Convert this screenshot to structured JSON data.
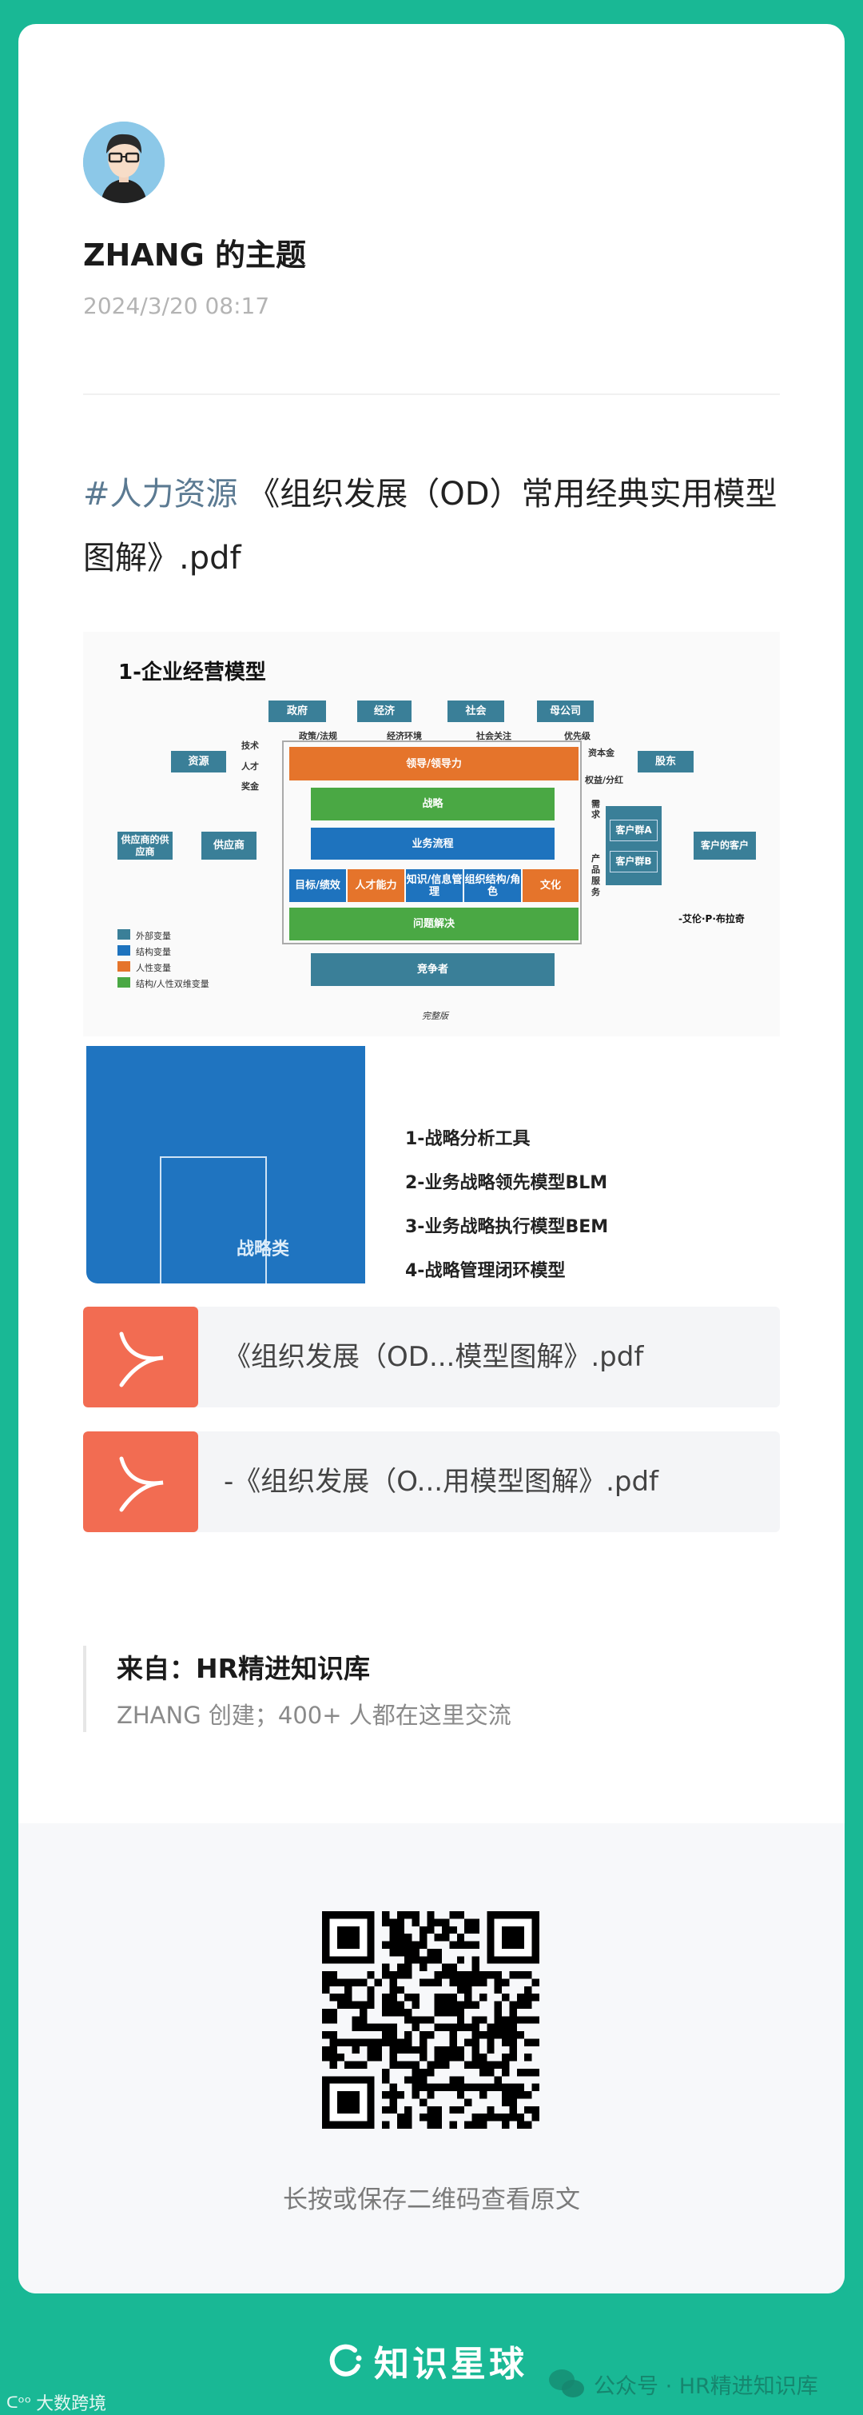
{
  "post": {
    "author_title": "ZHANG 的主题",
    "date": "2024/3/20 08:17",
    "hashtag": "#人力资源",
    "text": " 《组织发展（OD）常用经典实用模型图解》.pdf"
  },
  "image1": {
    "title": "1-企业经营模型",
    "top_boxes": [
      "政府",
      "经济",
      "社会",
      "母公司"
    ],
    "top_labels": [
      "政策/法规",
      "经济环境",
      "社会关注",
      "优先级"
    ],
    "leadership": "领导/领导力",
    "strategy": "战略",
    "process": "业务流程",
    "mid_boxes": [
      "目标/绩效",
      "人才能力",
      "知识/信息管理",
      "组织结构/角色",
      "文化"
    ],
    "problem": "问题解决",
    "competitor": "竞争者",
    "resource": "资源",
    "resource_labels": [
      "技术",
      "人才",
      "奖金"
    ],
    "shareholder": "股东",
    "shareholder_labels": [
      "资本金",
      "权益/分红"
    ],
    "supplier_supplier": "供应商的供应商",
    "supplier": "供应商",
    "customer_a": "客户群A",
    "customer_b": "客户群B",
    "customers_customer": "客户的客户",
    "demand": "需求",
    "product_service": "产品服务",
    "author": "-艾伦·P·布拉奇",
    "legend": [
      "外部变量",
      "结构变量",
      "人性变量",
      "结构/人性双维变量"
    ],
    "caption": "完整版",
    "colors": {
      "external": "#3a7f98",
      "structure": "#1e73be",
      "human": "#e5742b",
      "dual": "#4aa844"
    }
  },
  "image2": {
    "category": "战略类",
    "items": [
      "1-战略分析工具",
      "2-业务战略领先模型BLM",
      "3-业务战略执行模型BEM",
      "4-战略管理闭环模型"
    ]
  },
  "files": [
    {
      "name": "《组织发展（OD...模型图解》.pdf",
      "icon": "pdf-icon"
    },
    {
      "name": "-《组织发展（O...用模型图解》.pdf",
      "icon": "pdf-icon"
    }
  ],
  "source": {
    "title": "来自：HR精进知识库",
    "subtitle": "ZHANG 创建；400+ 人都在这里交流"
  },
  "footer": {
    "qr_caption": "长按或保存二维码查看原文",
    "brand": "知识星球",
    "watermark": "公众号 · HR精进知识库",
    "watermark2": "大数跨境"
  },
  "colors": {
    "background": "#19b895",
    "pdf": "#f26c52",
    "hashtag": "#5b7a92"
  }
}
